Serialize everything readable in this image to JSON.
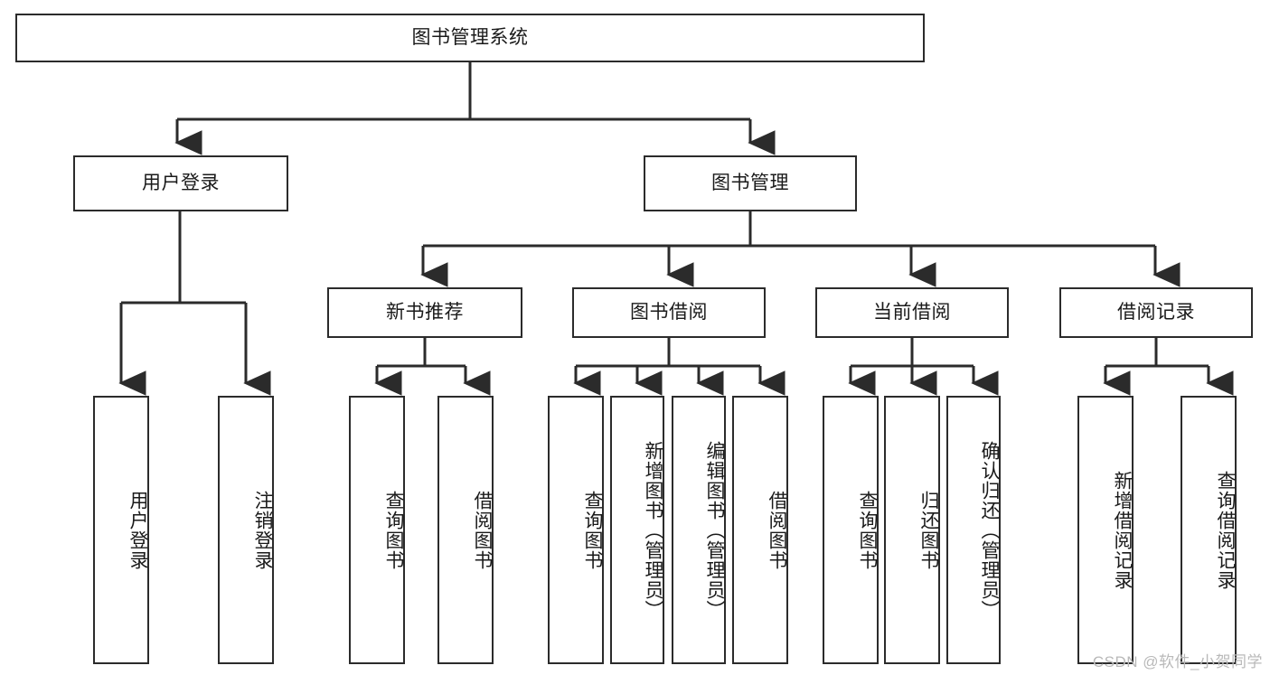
{
  "diagram": {
    "title": "图书管理系统",
    "type": "tree-hierarchy-chart",
    "colors": {
      "stroke": "#2b2b2b",
      "box_fill": "#ffffff",
      "text": "#1a1a1a",
      "background": "#ffffff",
      "watermark": "#b9b9b9"
    },
    "root": {
      "label": "图书管理系统"
    },
    "level2": [
      {
        "label": "用户登录"
      },
      {
        "label": "图书管理"
      }
    ],
    "level3": [
      {
        "label": "新书推荐"
      },
      {
        "label": "图书借阅"
      },
      {
        "label": "当前借阅"
      },
      {
        "label": "借阅记录"
      }
    ],
    "leaves": {
      "user_login": [
        {
          "label": "用户登录"
        },
        {
          "label": "注销登录"
        }
      ],
      "new_book_recommend": [
        {
          "label": "查询图书"
        },
        {
          "label": "借阅图书"
        }
      ],
      "book_borrow": [
        {
          "label": "查询图书"
        },
        {
          "label": "新增图书（管理员）"
        },
        {
          "label": "编辑图书（管理员）"
        },
        {
          "label": "借阅图书"
        }
      ],
      "current_borrow": [
        {
          "label": "查询图书"
        },
        {
          "label": "归还图书"
        },
        {
          "label": "确认归还（管理员）"
        }
      ],
      "borrow_record": [
        {
          "label": "新增借阅记录"
        },
        {
          "label": "查询借阅记录"
        }
      ]
    }
  },
  "watermark": {
    "text": "CSDN @软件_小贺同学"
  }
}
